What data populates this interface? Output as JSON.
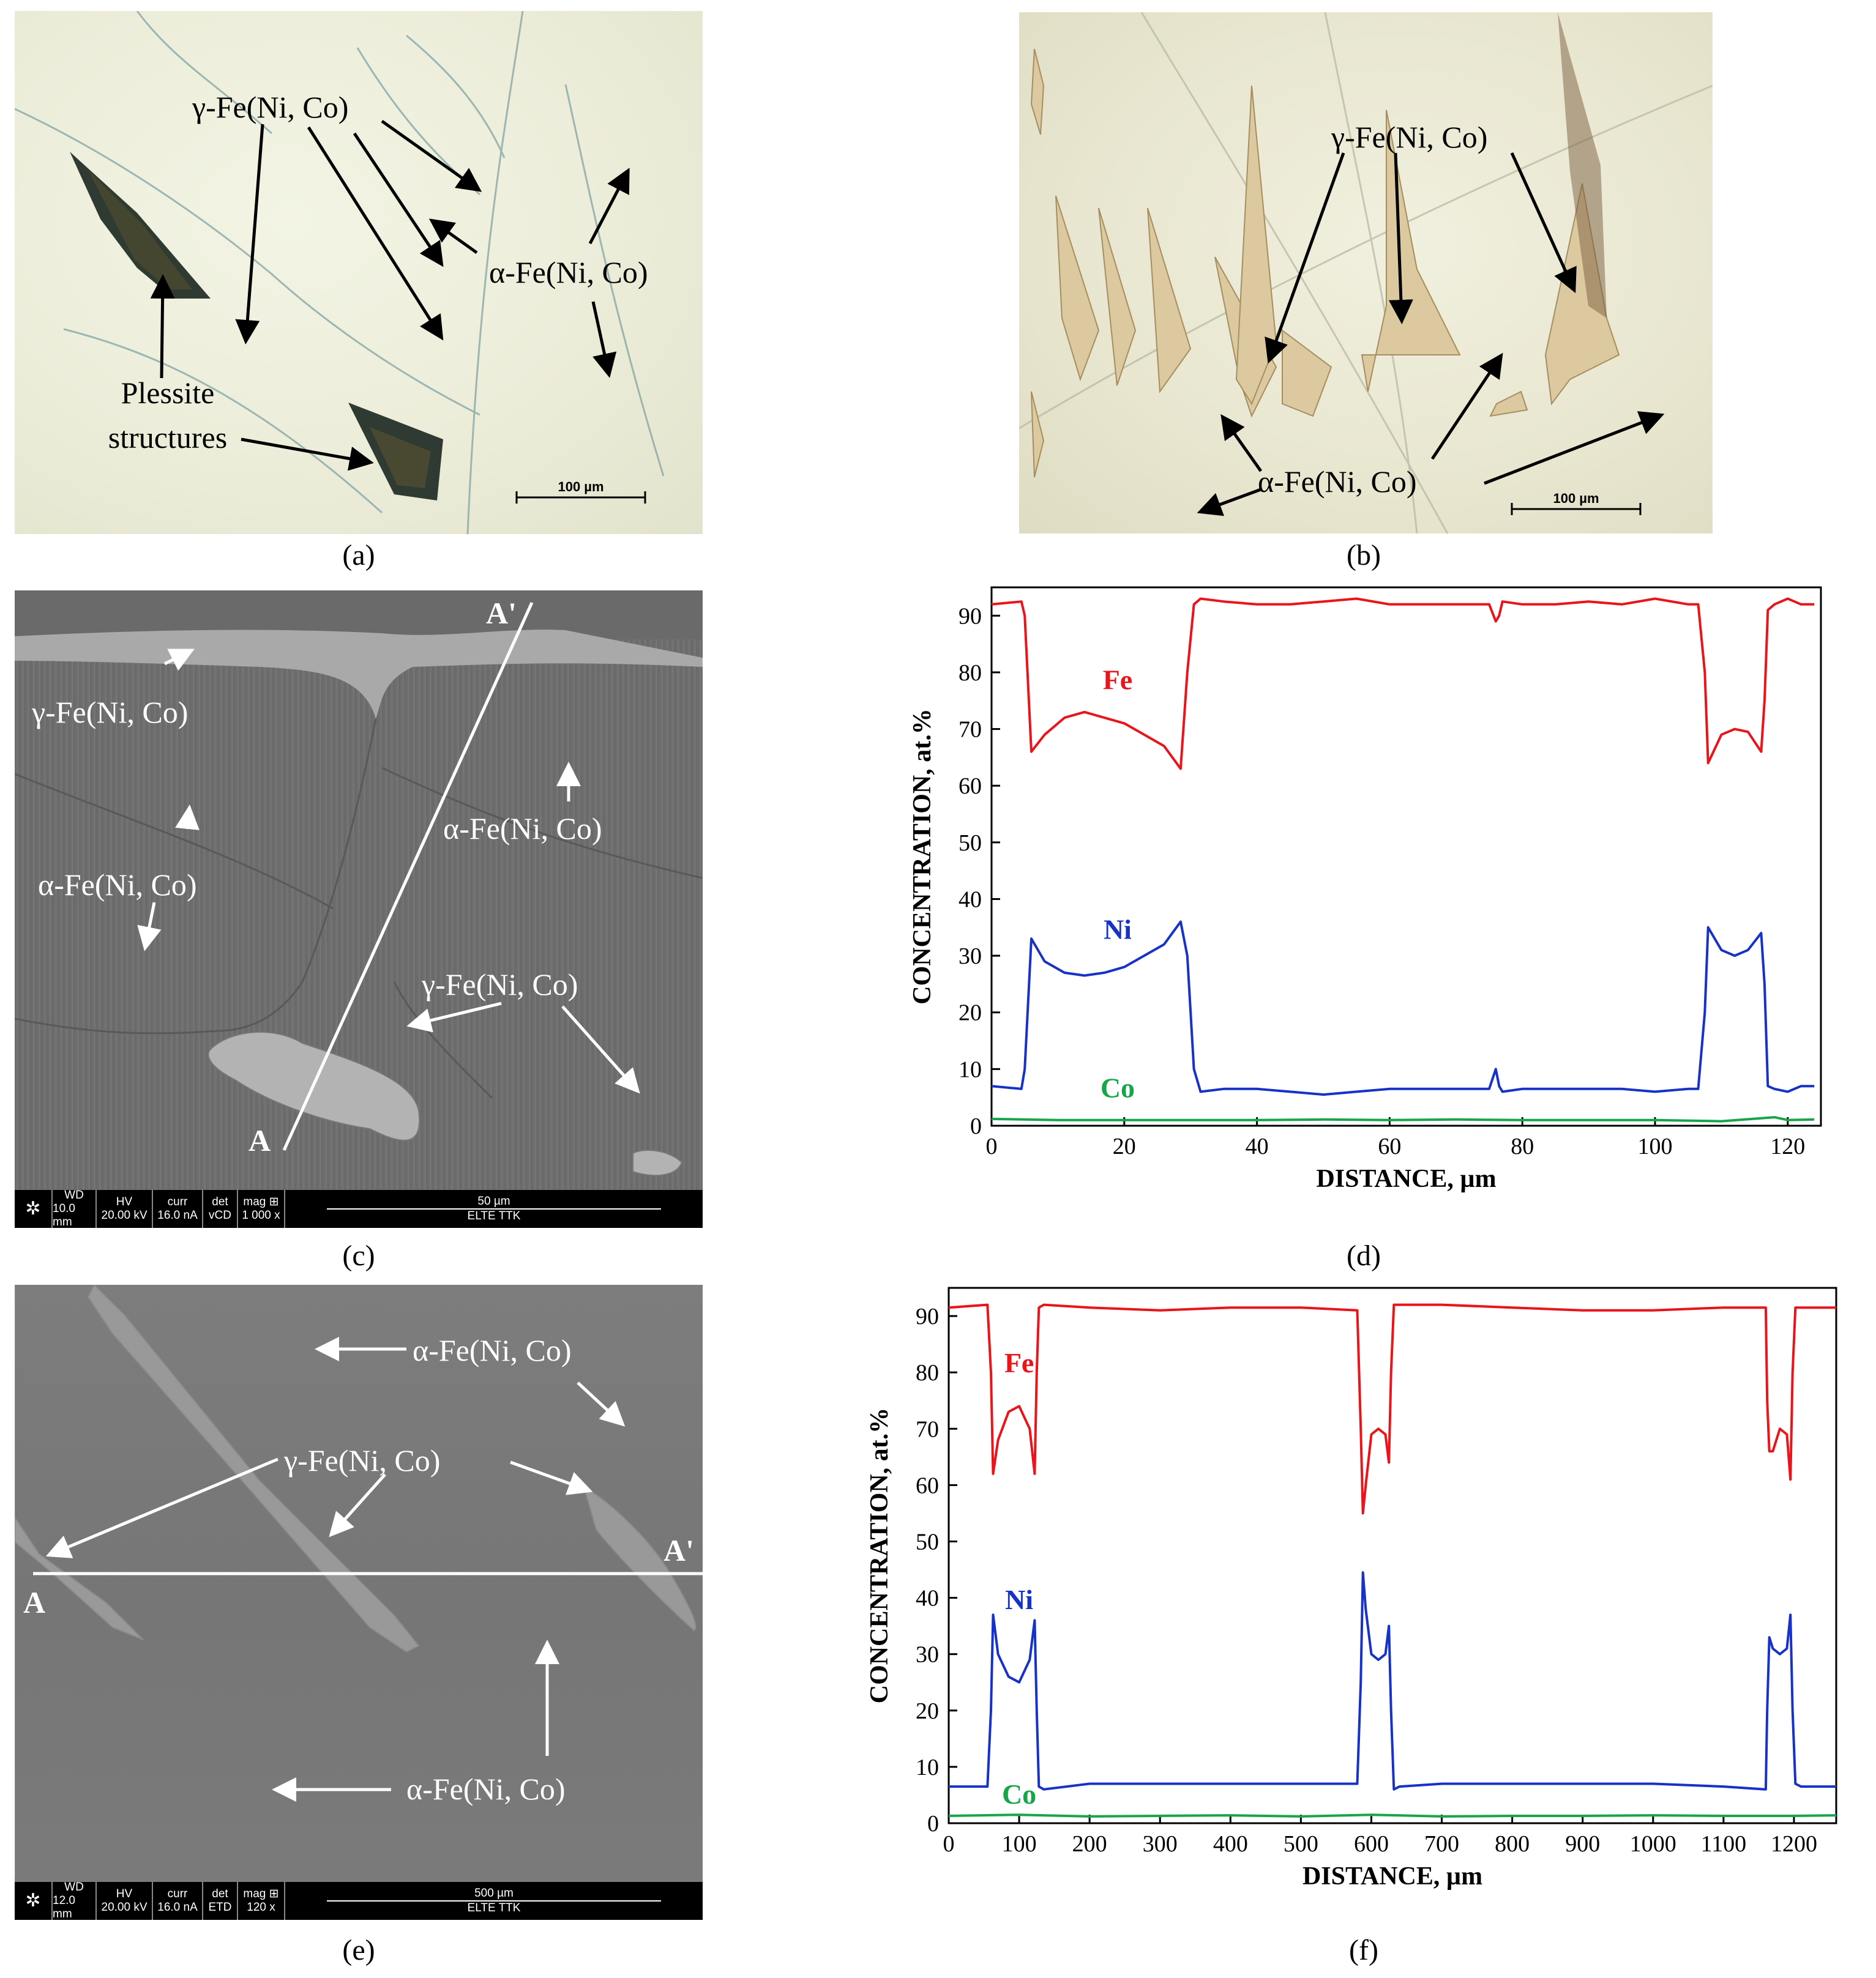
{
  "captions": {
    "a": "(a)",
    "b": "(b)",
    "c": "(c)",
    "d": "(d)",
    "e": "(e)",
    "f": "(f)"
  },
  "panel_a": {
    "gamma": "γ-Fe(Ni, Co)",
    "alpha": "α-Fe(Ni, Co)",
    "plessite_1": "Plessite",
    "plessite_2": "structures",
    "scale": "100 µm"
  },
  "panel_b": {
    "gamma": "γ-Fe(Ni, Co)",
    "alpha": "α-Fe(Ni, Co)",
    "scale": "100 µm"
  },
  "panel_c": {
    "gamma_top": "γ-Fe(Ni, Co)",
    "alpha_right": "α-Fe(Ni, Co)",
    "alpha_left": "α-Fe(Ni, Co)",
    "gamma_mid": "γ-Fe(Ni, Co)",
    "point_a": "A",
    "point_a2": "A'",
    "bar": {
      "wd_h": "WD",
      "wd_v": "10.0 mm",
      "hv_h": "HV",
      "hv_v": "20.00 kV",
      "curr_h": "curr",
      "curr_v": "16.0 nA",
      "det_h": "det",
      "det_v": "vCD",
      "mag_h": "mag ⊞",
      "mag_v": "1 000 x",
      "scale": "50 µm",
      "lab": "ELTE TTK"
    }
  },
  "panel_e": {
    "alpha_top": "α-Fe(Ni, Co)",
    "gamma": "γ-Fe(Ni, Co)",
    "alpha_bottom": "α-Fe(Ni, Co)",
    "point_a": "A",
    "point_a2": "A'",
    "bar": {
      "wd_h": "WD",
      "wd_v": "12.0 mm",
      "hv_h": "HV",
      "hv_v": "20.00 kV",
      "curr_h": "curr",
      "curr_v": "16.0 nA",
      "det_h": "det",
      "det_v": "ETD",
      "mag_h": "mag ⊞",
      "mag_v": "120 x",
      "scale": "500 µm",
      "lab": "ELTE TTK"
    }
  },
  "chart_data": [
    {
      "type": "line",
      "panel": "d",
      "xlabel": "DISTANCE,  µm",
      "ylabel": "CONCENTRATION,  at.%",
      "xlim": [
        0,
        125
      ],
      "ylim": [
        0,
        95
      ],
      "xticks": [
        0,
        20,
        40,
        60,
        80,
        100,
        120
      ],
      "yticks": [
        0,
        10,
        20,
        30,
        40,
        50,
        60,
        70,
        80,
        90
      ],
      "colors": {
        "Fe": "#e8151b",
        "Ni": "#1733c7",
        "Co": "#18a54a"
      },
      "series": [
        {
          "name": "Fe",
          "x": [
            0,
            4.5,
            5,
            6,
            8,
            11,
            14,
            17,
            20,
            23,
            26,
            28.5,
            29.5,
            30.5,
            31.5,
            35,
            40,
            45,
            50,
            55,
            60,
            65,
            70,
            75,
            76,
            76.5,
            77,
            80,
            85,
            90,
            95,
            100,
            105,
            106.5,
            107.5,
            108,
            110,
            112,
            114,
            116,
            116.5,
            117,
            118,
            120,
            122,
            124
          ],
          "y": [
            92,
            92.5,
            90,
            66,
            69,
            72,
            73,
            72,
            71,
            69,
            67,
            63,
            80,
            92,
            93,
            92.5,
            92,
            92,
            92.5,
            93,
            92,
            92,
            92,
            92,
            89,
            90,
            92.5,
            92,
            92,
            92.5,
            92,
            93,
            92,
            92,
            80,
            64,
            69,
            70,
            69.5,
            66,
            75,
            91,
            92,
            93,
            92,
            92
          ]
        },
        {
          "name": "Ni",
          "x": [
            0,
            4.5,
            5,
            6,
            8,
            11,
            14,
            17,
            20,
            23,
            26,
            28.5,
            29.5,
            30.5,
            31.5,
            35,
            40,
            45,
            50,
            55,
            60,
            65,
            70,
            75,
            76,
            76.5,
            77,
            80,
            85,
            90,
            95,
            100,
            105,
            106.5,
            107.5,
            108,
            110,
            112,
            114,
            116,
            116.5,
            117,
            118,
            120,
            122,
            124
          ],
          "y": [
            7,
            6.5,
            10,
            33,
            29,
            27,
            26.5,
            27,
            28,
            30,
            32,
            36,
            30,
            10,
            6,
            6.5,
            6.5,
            6,
            5.5,
            6,
            6.5,
            6.5,
            6.5,
            6.5,
            10,
            7,
            6,
            6.5,
            6.5,
            6.5,
            6.5,
            6,
            6.5,
            6.5,
            20,
            35,
            31,
            30,
            31,
            34,
            25,
            7,
            6.5,
            6,
            7,
            7
          ]
        },
        {
          "name": "Co",
          "x": [
            0,
            10,
            20,
            30,
            40,
            50,
            60,
            70,
            80,
            90,
            100,
            110,
            118,
            120,
            124
          ],
          "y": [
            1.2,
            1,
            1,
            1,
            1,
            1.1,
            1,
            1.1,
            1,
            1,
            1,
            0.8,
            1.5,
            1,
            1.1
          ]
        }
      ]
    },
    {
      "type": "line",
      "panel": "f",
      "xlabel": "DISTANCE,  µm",
      "ylabel": "CONCENTRATION,  at.%",
      "xlim": [
        0,
        1260
      ],
      "ylim": [
        0,
        95
      ],
      "xticks": [
        0,
        100,
        200,
        300,
        400,
        500,
        600,
        700,
        800,
        900,
        1000,
        1100,
        1200
      ],
      "yticks": [
        0,
        10,
        20,
        30,
        40,
        50,
        60,
        70,
        80,
        90
      ],
      "colors": {
        "Fe": "#e8151b",
        "Ni": "#1733c7",
        "Co": "#18a54a"
      },
      "series": [
        {
          "name": "Fe",
          "x": [
            0,
            55,
            60,
            63,
            70,
            85,
            100,
            115,
            122,
            125,
            128,
            135,
            200,
            300,
            400,
            500,
            580,
            585,
            588,
            592,
            600,
            610,
            620,
            625,
            628,
            632,
            640,
            700,
            800,
            900,
            1000,
            1100,
            1160,
            1162,
            1165,
            1170,
            1180,
            1190,
            1195,
            1198,
            1202,
            1210,
            1260
          ],
          "y": [
            91.5,
            92,
            80,
            62,
            68,
            73,
            74,
            70,
            62,
            80,
            91.5,
            92,
            91.5,
            91,
            91.5,
            91.5,
            91,
            70,
            55,
            60,
            69,
            70,
            69,
            64,
            80,
            92,
            92,
            92,
            91.5,
            91,
            91,
            91.5,
            91.5,
            75,
            66,
            66,
            70,
            69,
            61,
            80,
            91.5,
            91.5,
            91.5
          ]
        },
        {
          "name": "Ni",
          "x": [
            0,
            55,
            60,
            63,
            70,
            85,
            100,
            115,
            122,
            125,
            128,
            135,
            200,
            300,
            400,
            500,
            580,
            585,
            588,
            592,
            600,
            610,
            620,
            625,
            628,
            632,
            640,
            700,
            800,
            900,
            1000,
            1100,
            1160,
            1162,
            1165,
            1170,
            1180,
            1190,
            1195,
            1198,
            1202,
            1210,
            1260
          ],
          "y": [
            6.5,
            6.5,
            20,
            37,
            30,
            26,
            25,
            29,
            36,
            20,
            6.5,
            6,
            7,
            7,
            7,
            7,
            7,
            25,
            44.5,
            38,
            30,
            29,
            30,
            35,
            20,
            6,
            6.5,
            7,
            7,
            7,
            7,
            6.5,
            6,
            20,
            33,
            31,
            30,
            31,
            37,
            20,
            7,
            6.5,
            6.5
          ]
        },
        {
          "name": "Co",
          "x": [
            0,
            100,
            200,
            300,
            400,
            500,
            600,
            700,
            800,
            900,
            1000,
            1100,
            1200,
            1260
          ],
          "y": [
            1.3,
            1.5,
            1.2,
            1.3,
            1.4,
            1.2,
            1.5,
            1.2,
            1.3,
            1.3,
            1.4,
            1.3,
            1.3,
            1.4
          ]
        }
      ]
    }
  ]
}
